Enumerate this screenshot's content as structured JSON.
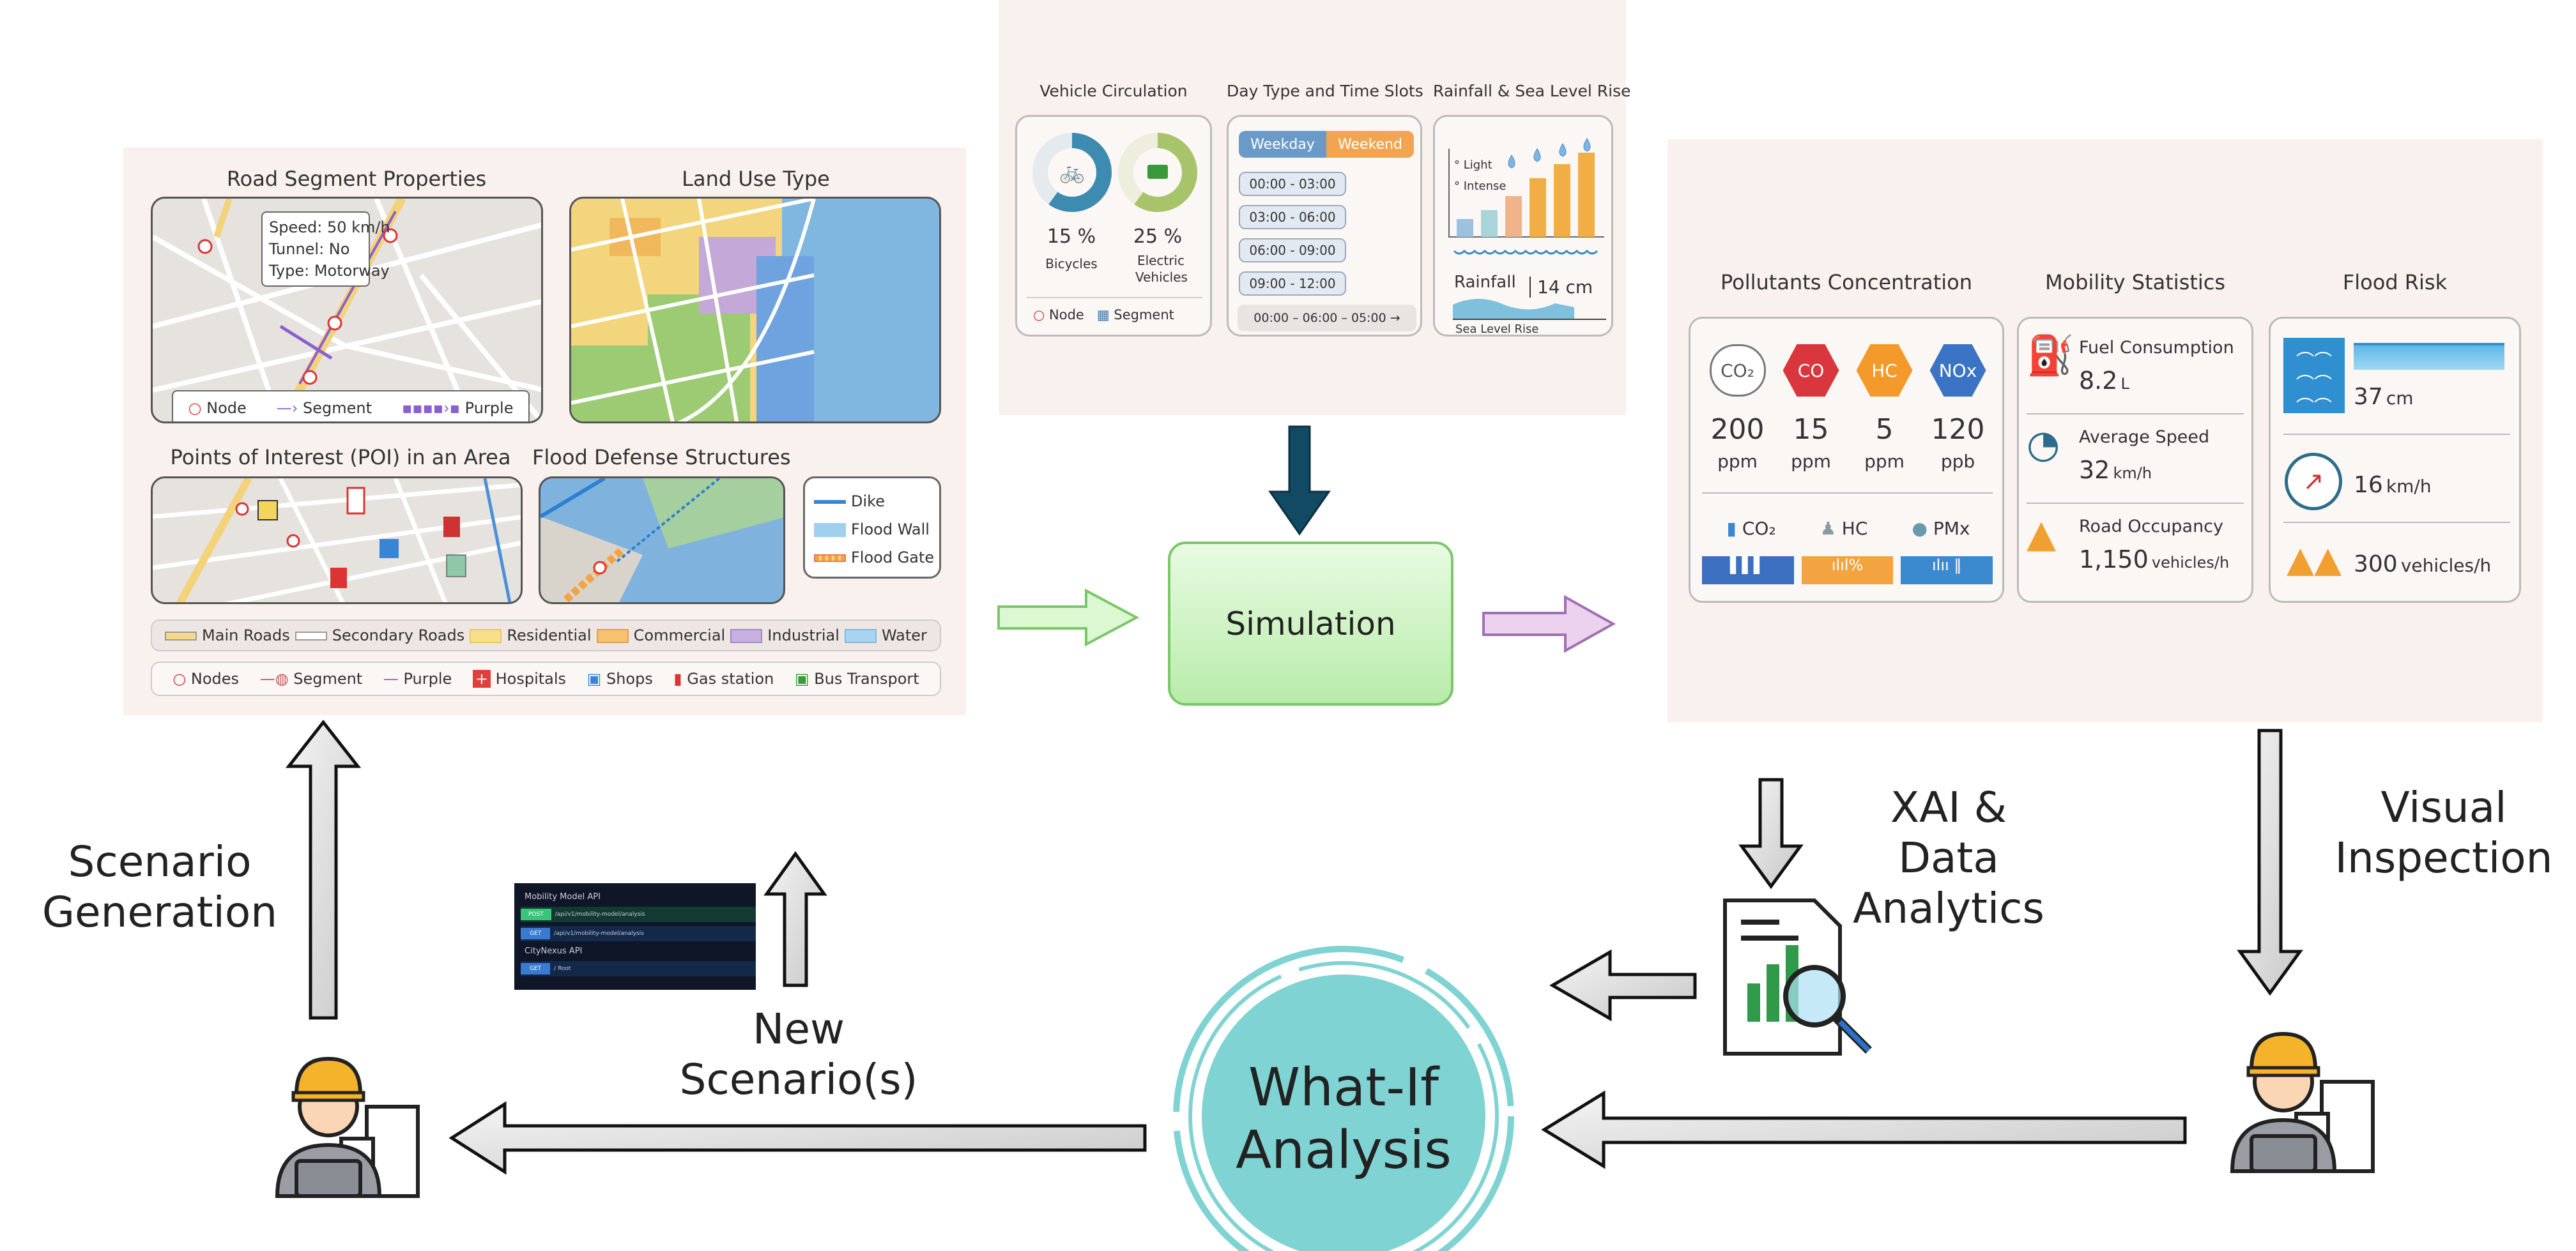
{
  "left_panel": {
    "road_segment": {
      "title": "Road Segment Properties",
      "tooltip": [
        "Speed: 50 km/h",
        "Tunnel: No",
        "Type: Motorway"
      ],
      "legend": [
        "Node",
        "Segment",
        "Purple"
      ]
    },
    "land_use": {
      "title": "Land Use Type"
    },
    "poi": {
      "title": "Points of Interest (POI) in an Area"
    },
    "flood_defense": {
      "title": "Flood Defense Structures",
      "legend": [
        "Dike",
        "Flood Wall",
        "Flood Gate"
      ]
    },
    "legend_row1": [
      "Main Roads",
      "Secondary Roads",
      "Residential",
      "Commercial",
      "Industrial",
      "Water"
    ],
    "legend_row2": [
      "Nodes",
      "Segment",
      "Purple",
      "Hospitals",
      "Shops",
      "Gas station",
      "Bus Transport"
    ]
  },
  "top_panel": {
    "vehicle": {
      "title": "Vehicle Circulation",
      "bicycles_pct": "15 %",
      "bicycles_label": "Bicycles",
      "ev_pct": "25 %",
      "ev_label": "Electric Vehicles",
      "legend": [
        "Node",
        "Segment"
      ],
      "bicycle_share": 15,
      "ev_share": 25
    },
    "day": {
      "title": "Day Type and Time Slots",
      "tabs": [
        "Weekday",
        "Weekend"
      ],
      "slots": [
        "00:00 - 03:00",
        "03:00 - 06:00",
        "06:00 - 09:00",
        "09:00 - 12:00"
      ],
      "range": "00:00 – 06:00 – 05:00"
    },
    "rain": {
      "title": "Rainfall & Sea Level Rise",
      "legend": [
        "Light",
        "Intense"
      ],
      "rainfall_label": "Rainfall",
      "rainfall_value": "14 cm",
      "sea_label": "Sea Level Rise"
    }
  },
  "simulation": {
    "label": "Simulation"
  },
  "right_panel": {
    "pollutants": {
      "title": "Pollutants Concentration",
      "items": [
        {
          "name": "CO₂",
          "value": "200",
          "unit": "ppm",
          "color": "#ffffff"
        },
        {
          "name": "CO",
          "value": "15",
          "unit": "ppm",
          "color": "#d9363e"
        },
        {
          "name": "HC",
          "value": "5",
          "unit": "ppm",
          "color": "#f39a2a"
        },
        {
          "name": "NOx",
          "value": "120",
          "unit": "ppb",
          "color": "#3b74c4"
        }
      ],
      "legend": [
        "CO₂",
        "HC",
        "PMx"
      ]
    },
    "mobility": {
      "title": "Mobility Statistics",
      "items": [
        {
          "label": "Fuel Consumption",
          "value": "8.2",
          "unit": "L"
        },
        {
          "label": "Average Speed",
          "value": "32",
          "unit": "km/h"
        },
        {
          "label": "Road Occupancy",
          "value": "1,150",
          "unit": "vehicles/h"
        }
      ]
    },
    "flood": {
      "title": "Flood Risk",
      "items": [
        {
          "value": "37",
          "unit": "cm"
        },
        {
          "value": "16",
          "unit": "km/h"
        },
        {
          "value": "300",
          "unit": "vehicles/h"
        }
      ]
    }
  },
  "api_panel": {
    "sections": [
      {
        "title": "Mobility Model API",
        "rows": [
          {
            "method": "POST",
            "path": "/api/v1/mobility-model/analysis"
          },
          {
            "method": "GET",
            "path": "/api/v1/mobility-model/analysis"
          }
        ]
      },
      {
        "title": "CityNexus API",
        "rows": [
          {
            "method": "GET",
            "path": "/ Root"
          }
        ]
      }
    ]
  },
  "labels": {
    "scenario_generation": "Scenario\nGeneration",
    "new_scenarios": "New\nScenario(s)",
    "xai": "XAI &\nData\nAnalytics",
    "visual_inspection": "Visual\nInspection",
    "what_if": "What-If\nAnalysis"
  },
  "colors": {
    "simulation_fill": "#c9f2bc",
    "what_if_fill": "#7fd3d3",
    "green_arrow": "#d8f7cf",
    "purple_arrow": "#e8c6ea",
    "dark_arrow": "#134a63"
  }
}
